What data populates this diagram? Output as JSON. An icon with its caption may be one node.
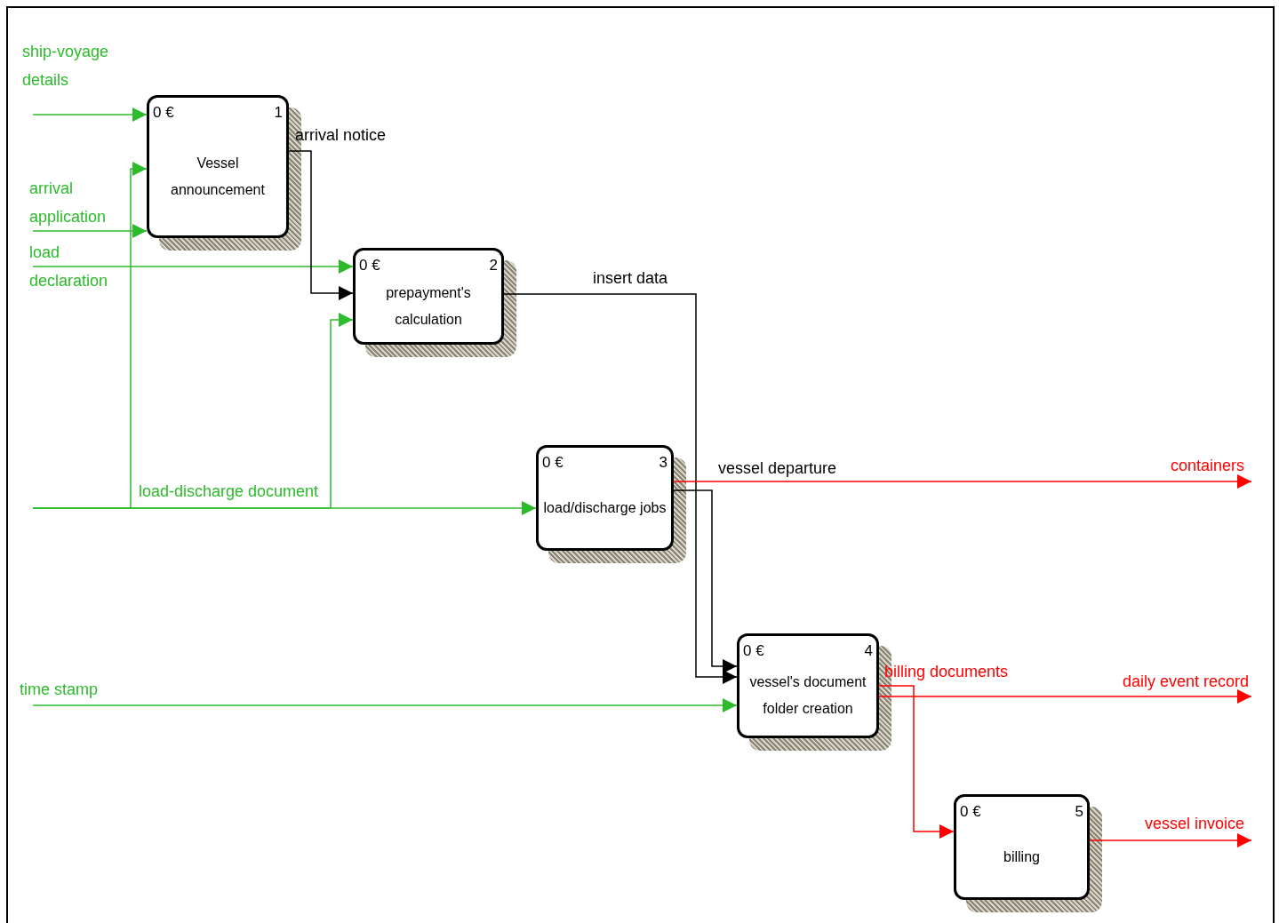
{
  "diagram": {
    "nodes": [
      {
        "text": [
          "0 €",
          "1",
          "Vessel announcement"
        ]
      },
      {
        "text": [
          "0 €",
          "2",
          "prepayment's calculation"
        ]
      },
      {
        "text": [
          "0 €",
          "3",
          "load/discharge jobs"
        ]
      },
      {
        "text": [
          "0 €",
          "4",
          "vessel's document folder creation"
        ]
      },
      {
        "text": [
          "0 €",
          "5",
          "billing"
        ]
      }
    ],
    "edges": [
      {
        "from": null,
        "to": 0,
        "arrow": "to",
        "label": "ship-voyage details"
      },
      {
        "from": null,
        "to": 0,
        "arrow": "to",
        "label": "arrival application"
      },
      {
        "from": null,
        "to": 1,
        "arrow": "to",
        "label": "load declaration"
      },
      {
        "from": null,
        "to": 0,
        "arrow": "to"
      },
      {
        "from": null,
        "to": 1,
        "arrow": "to"
      },
      {
        "from": null,
        "to": 2,
        "arrow": "to",
        "label": "load-discharge document"
      },
      {
        "from": 0,
        "to": 1,
        "arrow": "to",
        "label": "arrival notice",
        "color": "#000000"
      },
      {
        "from": 1,
        "to": 3,
        "arrow": "to",
        "label": "insert data",
        "color": "#000000"
      },
      {
        "from": 2,
        "to": 3,
        "arrow": "to",
        "label": "vessel departure",
        "color": "#000000"
      },
      {
        "from": 2,
        "to": null,
        "arrow": "to",
        "label": "containers",
        "color": "#ff0000"
      },
      {
        "from": null,
        "to": 3,
        "arrow": "to",
        "label": "time stamp"
      },
      {
        "from": 3,
        "to": 4,
        "arrow": "to",
        "label": "billing documents",
        "color": "#ff0000"
      },
      {
        "from": 3,
        "to": null,
        "arrow": "to",
        "label": "daily event record",
        "color": "#ff0000"
      },
      {
        "from": 4,
        "to": null,
        "arrow": "to",
        "label": "vessel invoice",
        "color": "#ff0000"
      }
    ]
  }
}
